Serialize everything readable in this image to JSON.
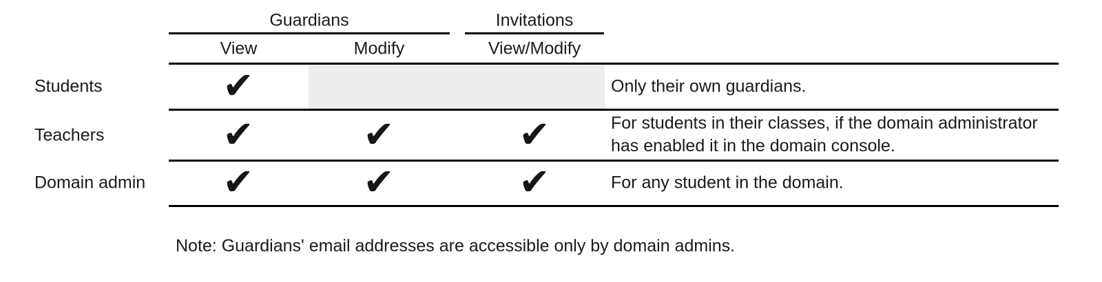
{
  "table": {
    "groups": [
      {
        "label": "Guardians"
      },
      {
        "label": "Invitations"
      }
    ],
    "columns": [
      {
        "label": "View"
      },
      {
        "label": "Modify"
      },
      {
        "label": "View/Modify"
      }
    ],
    "check_glyph": "✔",
    "rows": [
      {
        "label": "Students",
        "checks": {
          "view": true,
          "modify": false,
          "view_modify": false
        },
        "disabled_region": true,
        "note_lines": [
          "Only their own guardians."
        ]
      },
      {
        "label": "Teachers",
        "checks": {
          "view": true,
          "modify": true,
          "view_modify": true
        },
        "disabled_region": false,
        "note_lines": [
          "For students in their classes, if the domain administrator",
          "has enabled it in the domain console."
        ]
      },
      {
        "label": "Domain admin",
        "checks": {
          "view": true,
          "modify": true,
          "view_modify": true
        },
        "disabled_region": false,
        "note_lines": [
          "For any student in the domain."
        ]
      }
    ]
  },
  "footnote": "Note: Guardians' email addresses are accessible only by domain admins.",
  "colors": {
    "text": "#1a1a1a",
    "line": "#000000",
    "disabled_cell": "#ededed"
  }
}
